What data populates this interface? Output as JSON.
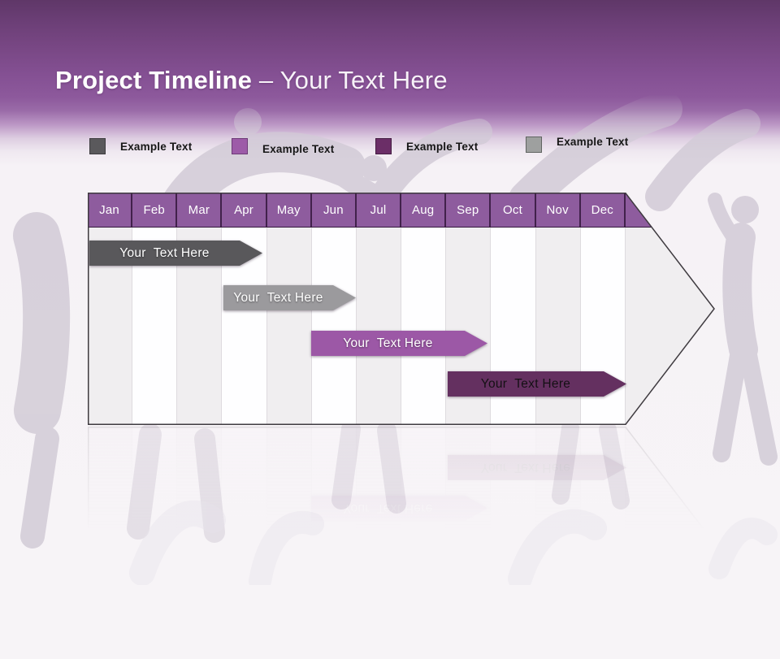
{
  "slide": {
    "title_bold": "Project Timeline ",
    "title_rest": "– Your Text Here"
  },
  "legend": {
    "items": [
      {
        "label": "Example Text",
        "color": "#5A595C"
      },
      {
        "label": "Example Text",
        "color": "#9D5BA8"
      },
      {
        "label": "Example Text",
        "color": "#6B2E67"
      },
      {
        "label": "Example Text",
        "color": "#9EA09F"
      }
    ]
  },
  "timeline": {
    "header_color": "#8E5C9E",
    "months": [
      "Jan",
      "Feb",
      "Mar",
      "Apr",
      "May",
      "Jun",
      "Jul",
      "Aug",
      "Sep",
      "Oct",
      "Nov",
      "Dec"
    ],
    "bars": [
      {
        "label": "Your  Text Here",
        "color": "#59585B",
        "text_color": "#FFFFFF",
        "start": "Jan",
        "end": "Mar"
      },
      {
        "label": "Your  Text Here",
        "color": "#9B9A9D",
        "text_color": "#FFFFFF",
        "start": "Apr",
        "end": "Jun"
      },
      {
        "label": "Your  Text Here",
        "color": "#9C58A6",
        "text_color": "#FFFFFF",
        "start": "Jun",
        "end": "Sep"
      },
      {
        "label": "Your  Text Here",
        "color": "#643060",
        "text_color": "#141014",
        "start": "Sep",
        "end": "Dec"
      }
    ],
    "column_alt_colors": [
      "#F0EEF0",
      "#FEFEFF"
    ],
    "outline_color": "#3F3B40"
  },
  "chart_data": {
    "type": "bar",
    "variant": "gantt-timeline",
    "title": "Project Timeline – Your Text Here",
    "categories": [
      "Jan",
      "Feb",
      "Mar",
      "Apr",
      "May",
      "Jun",
      "Jul",
      "Aug",
      "Sep",
      "Oct",
      "Nov",
      "Dec"
    ],
    "series": [
      {
        "name": "Your  Text Here",
        "start_month": "Jan",
        "end_month": "Mar",
        "color": "#59585B"
      },
      {
        "name": "Your  Text Here",
        "start_month": "Apr",
        "end_month": "Jun",
        "color": "#9B9A9D"
      },
      {
        "name": "Your  Text Here",
        "start_month": "Jun",
        "end_month": "Sep",
        "color": "#9C58A6"
      },
      {
        "name": "Your  Text Here",
        "start_month": "Sep",
        "end_month": "Dec",
        "color": "#643060"
      }
    ],
    "xlabel": "",
    "ylabel": "",
    "legend_position": "top",
    "grid": "vertical-month-columns"
  }
}
